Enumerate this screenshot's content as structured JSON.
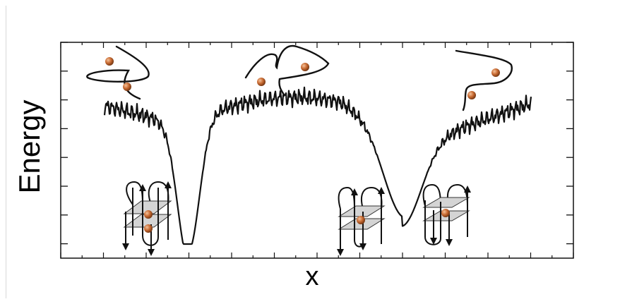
{
  "axes": {
    "ylabel": "Energy",
    "xlabel": "x",
    "x_minor_ticks": 24,
    "y_ticks": 7
  },
  "curve": {
    "description_free": true,
    "minima_count": 2
  },
  "illustrations": {
    "bead_color": "#c86a32",
    "line_color": "#111111",
    "plane_fill": "#d4d4d4"
  }
}
